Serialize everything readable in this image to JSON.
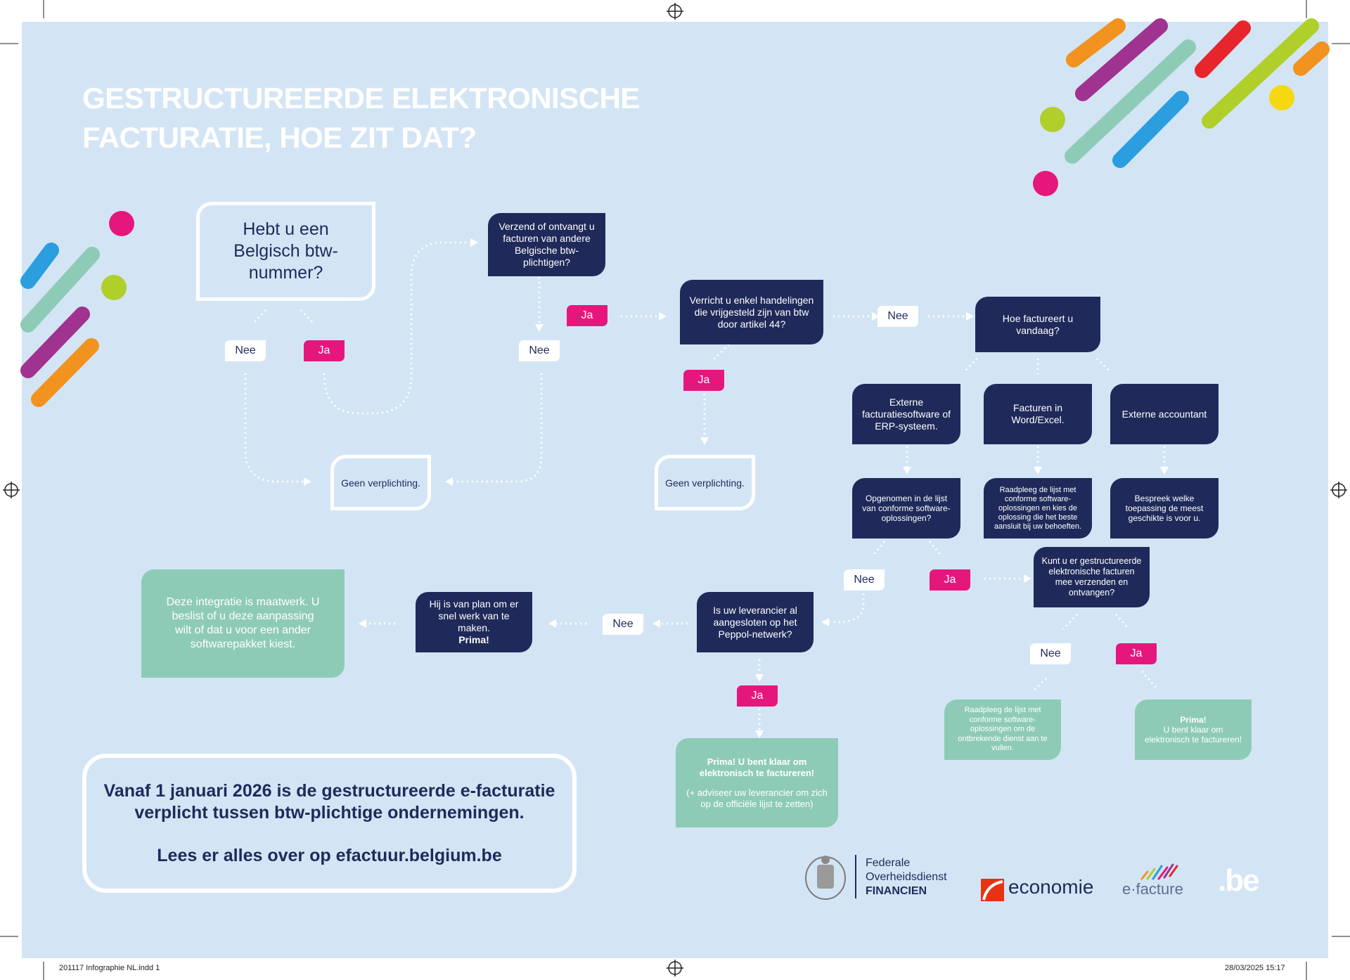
{
  "title": {
    "line1": "GESTRUCTUREERDE ELEKTRONISCHE",
    "line2": "FACTURATIE, HOE ZIT DAT?"
  },
  "nodes": {
    "q_btw": "Hebt u een Belgisch btw-nummer?",
    "q_invoices": "Verzend of ontvangt u facturen van andere Belgische btw-plichtigen?",
    "q_exempt": "Verricht u enkel handelingen die vrijgesteld zijn van btw door artikel 44?",
    "q_how": "Hoe factureert u vandaag?",
    "no_obligation": "Geen verplichting.",
    "opt_software": "Externe facturatiesoftware of ERP-systeem.",
    "opt_word": "Facturen in Word/Excel.",
    "opt_accountant": "Externe accountant",
    "q_listed": "Opgenomen in de lijst van conforme software-oplossingen?",
    "consult_list": "Raadpleeg de lijst met conforme software-oplossingen en kies de oplossing die het beste aansluit bij uw behoeften.",
    "discuss": "Bespreek welke toepassing de meest geschikte is voor u.",
    "q_can_send": "Kunt u er gestructureerde elektronische facturen mee verzenden en ontvangen?",
    "q_peppol": "Is uw leverancier al aangesloten op het Peppol-netwerk?",
    "plan_line1": "Hij is van plan om er snel werk van te maken.",
    "plan_line2": "Prima!",
    "custom_integration": "Deze integratie is maatwerk. U beslist of u deze aanpassing wilt of dat u voor een ander softwarepakket kiest.",
    "consult_missing": "Raadpleeg de lijst met conforme software-oplossingen om de ontbrekende dienst aan te vullen.",
    "ready_short_1": "Prima!",
    "ready_short_2": "U bent klaar om elektronisch te factureren!",
    "ready_long_1": "Prima! U bent klaar om elektronisch te factureren!",
    "ready_long_2": "(+ adviseer uw leverancier om zich op de officiële lijst te zetten)"
  },
  "labels": {
    "yes": "Ja",
    "no": "Nee"
  },
  "info_box": {
    "line1": "Vanaf 1 januari 2026 is de gestructureerde e-facturatie",
    "line2": "verplicht tussen btw-plichtige ondernemingen.",
    "line3": "Lees er alles over op efactuur.belgium.be"
  },
  "logos": {
    "fod_line1": "Federale",
    "fod_line2": "Overheidsdienst",
    "fod_line3": "FINANCIEN",
    "economie": "economie",
    "efacture": "e·facture",
    "be": ".be"
  },
  "print_marks": {
    "file": "201117  Infographie NL.indd   1",
    "date": "28/03/2025   15:17"
  },
  "colors": {
    "background": "#d3e5f5",
    "dark_box": "#1f2a5a",
    "green_box": "#8ecbb7",
    "yes_label": "#e6177c",
    "no_label": "#ffffff"
  }
}
